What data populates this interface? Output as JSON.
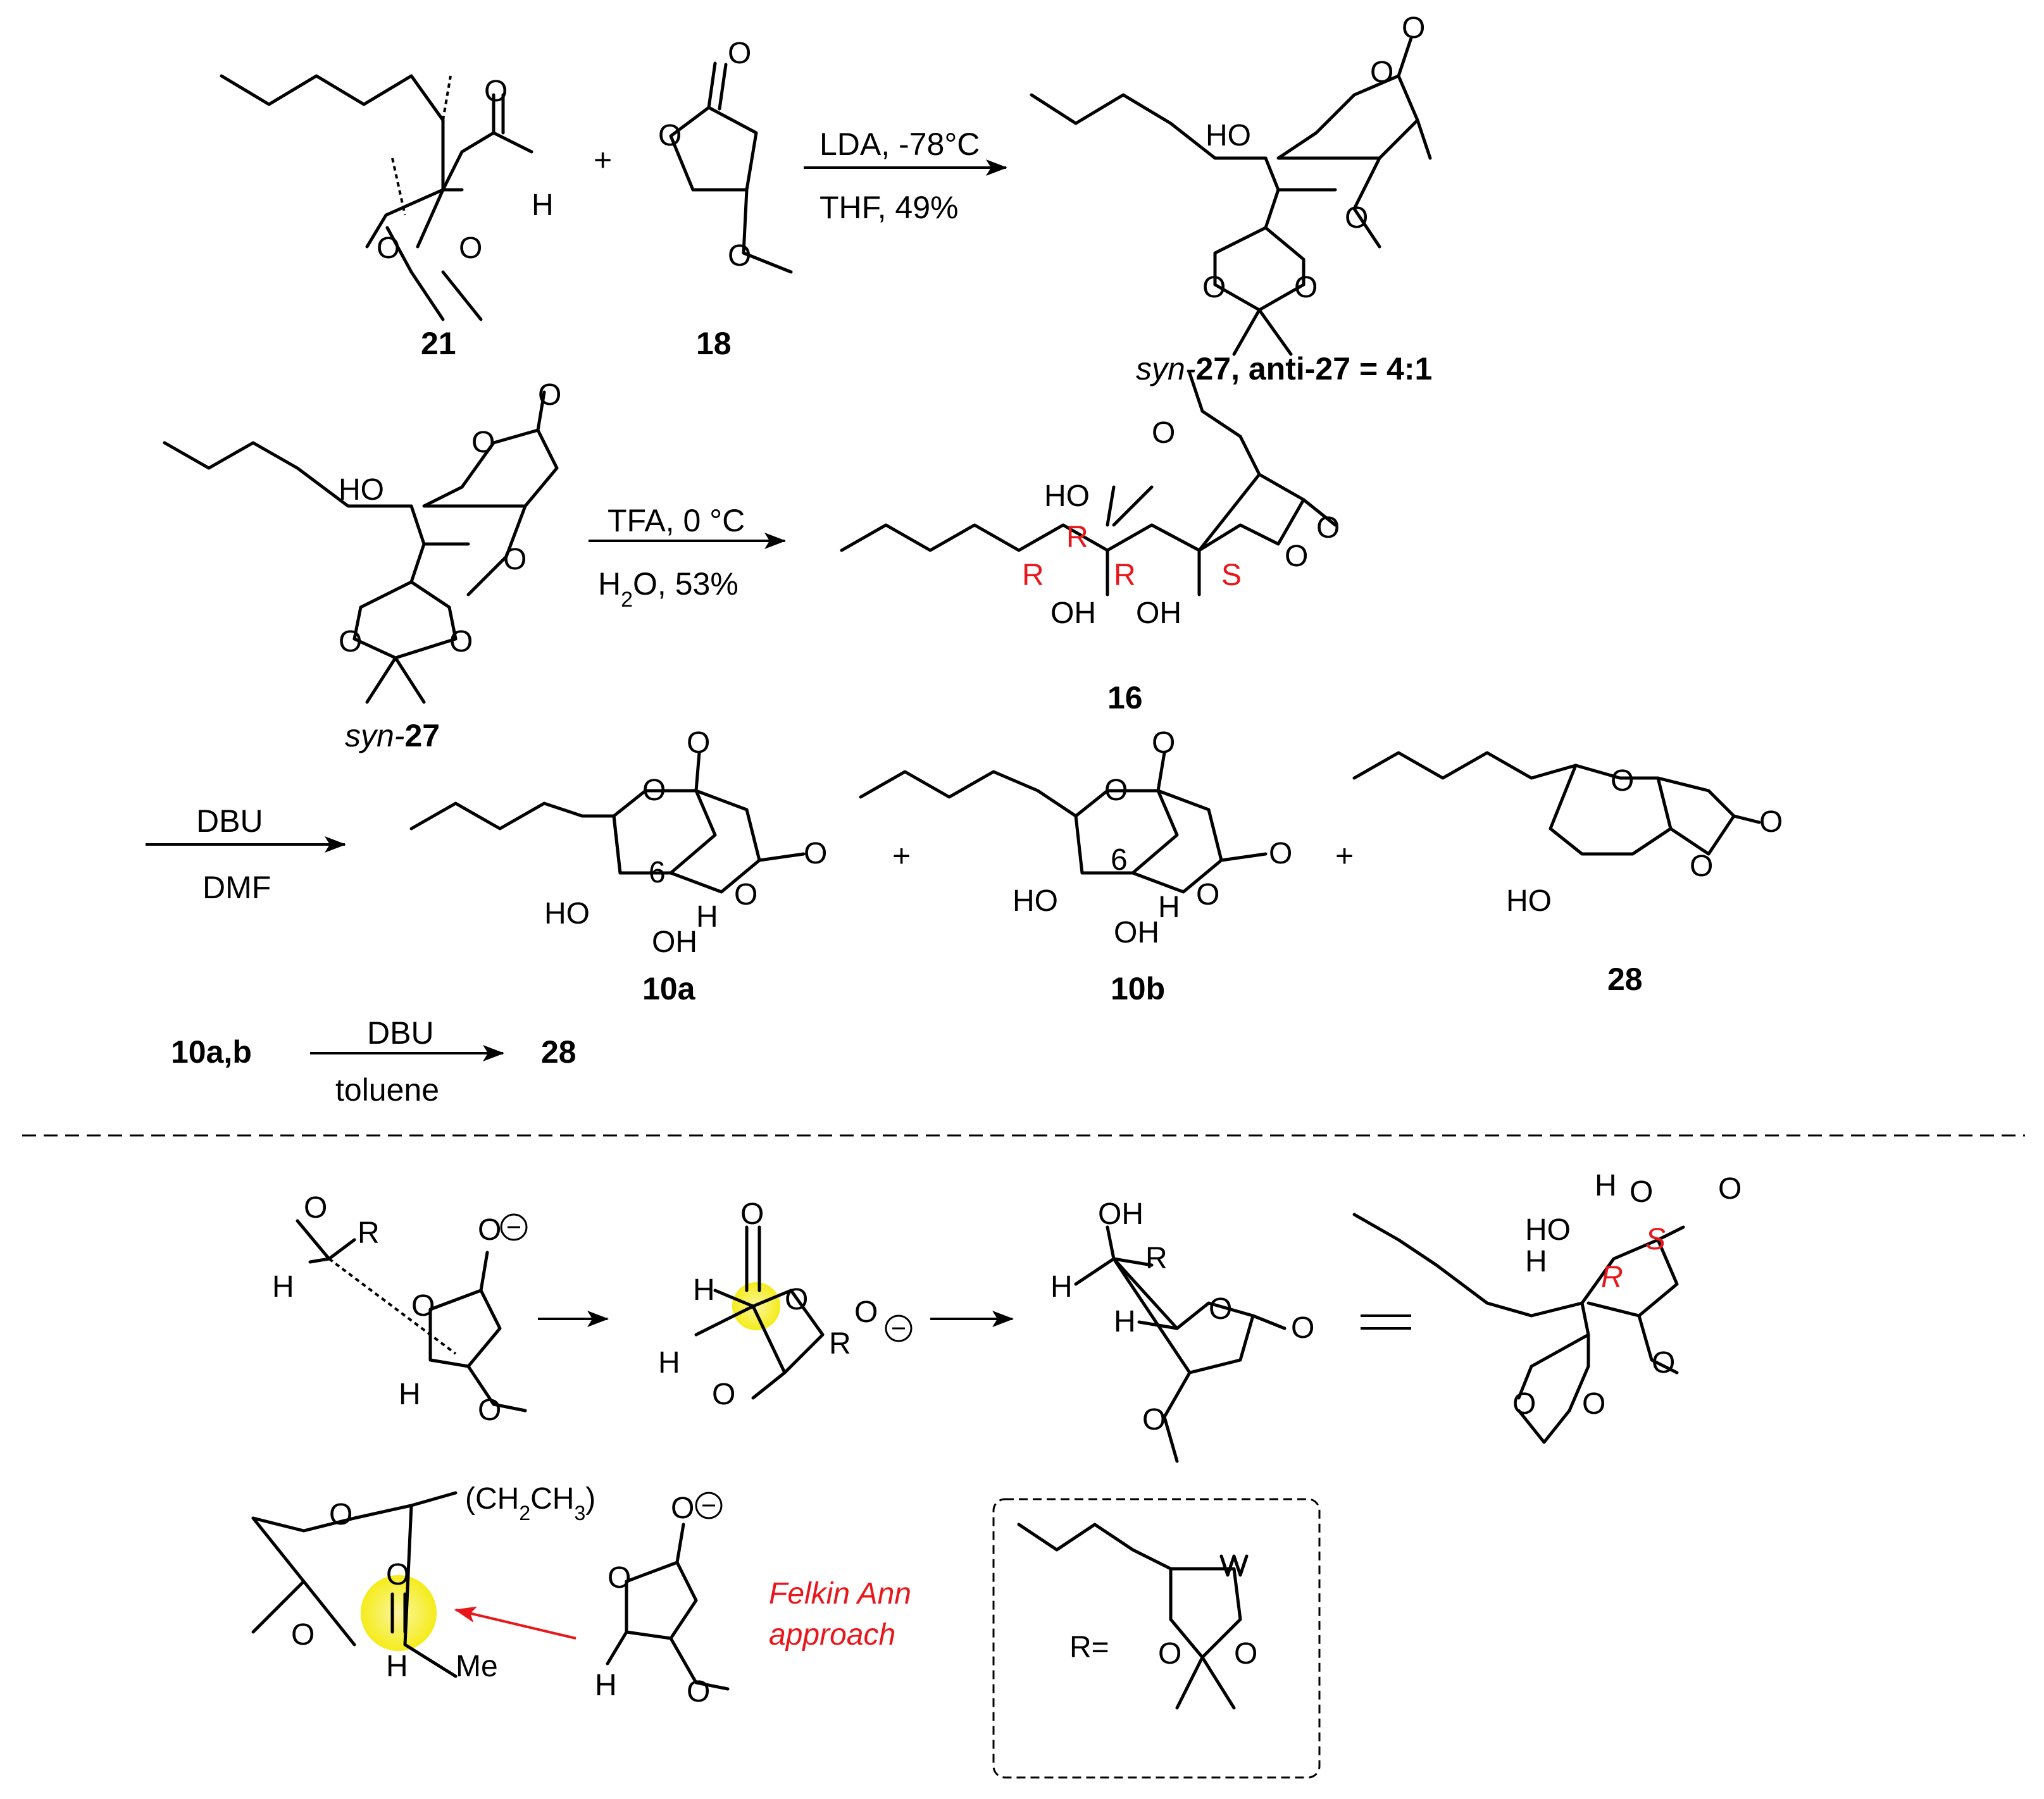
{
  "scheme": {
    "step1": {
      "reagent_top": "LDA, -78°C",
      "reagent_bottom": "THF, 49%",
      "compound_a": "21",
      "compound_b": "18",
      "plus": "+",
      "ratio_syn": "syn-",
      "ratio_num1": "27",
      "ratio_mid": ", anti-",
      "ratio_num2": "27",
      "ratio_val": " = 4:1"
    },
    "step2": {
      "reagent_top": "TFA, 0 °C",
      "reagent_bottom_h": "H",
      "reagent_bottom_sub": "2",
      "reagent_bottom_rest": "O, 53%",
      "start_italic": "syn-",
      "start_num": "27",
      "product": "16",
      "stereo": [
        "R",
        "R",
        "R",
        "S"
      ]
    },
    "step3": {
      "reagent_top": "DBU",
      "reagent_bottom": "DMF",
      "product_a": "10a",
      "product_b": "10b",
      "product_c": "28",
      "position_label": "6"
    },
    "step4": {
      "start": "10a,b",
      "reagent_top": "DBU",
      "reagent_bottom": "toluene",
      "product": "28"
    },
    "mechanism": {
      "felkin_line1": "Felkin Ann",
      "felkin_line2": "approach",
      "r_definition": "R=",
      "subst_group_a": "(CH",
      "subst_group_b": "CH",
      "subst_group_c": ")",
      "me": "Me",
      "stereo_s": "S",
      "stereo_r": "R"
    },
    "atoms": {
      "O": "O",
      "H": "H",
      "HO": "HO",
      "OH": "OH",
      "R": "R"
    },
    "colors": {
      "accent_red": "#e8171b",
      "highlight_yellow": "#f5ec1a"
    }
  }
}
